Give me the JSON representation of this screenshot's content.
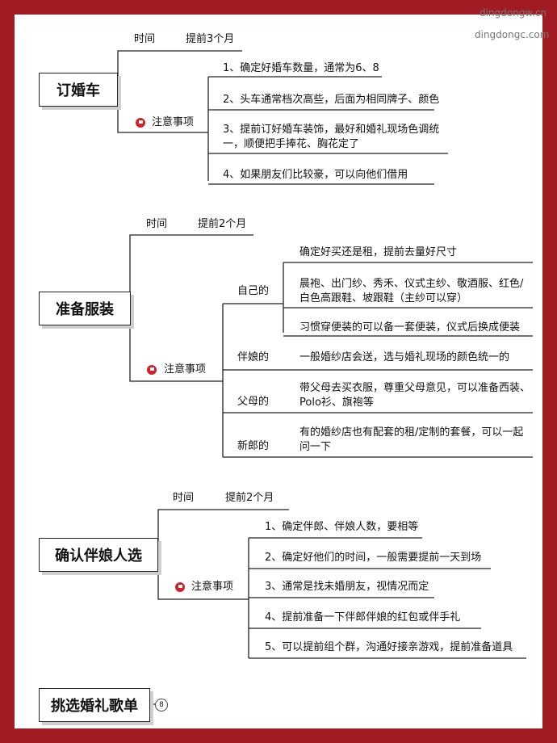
{
  "watermarks": [
    "dingdongw.cn",
    "dingdongc.com"
  ],
  "s1": {
    "title": "订婚车",
    "time_label": "时间",
    "time_value": "提前3个月",
    "notes_label": "注意事项",
    "items": [
      "1、确定好婚车数量，通常为6、8",
      "2、头车通常档次高些，后面为相同牌子、颜色",
      "3、提前订好婚车装饰，最好和婚礼现场色调统一，顺便把手捧花、胸花定了",
      "4、如果朋友们比较豪，可以向他们借用"
    ]
  },
  "s2": {
    "title": "准备服装",
    "time_label": "时间",
    "time_value": "提前2个月",
    "notes_label": "注意事项",
    "self_label": "自己的",
    "self_items": [
      "确定好买还是租，提前去量好尺寸",
      "晨袍、出门纱、秀禾、仪式主纱、敬酒服、红色/白色高跟鞋、坡跟鞋（主纱可以穿）",
      "习惯穿便装的可以备一套便装，仪式后换成便装"
    ],
    "bridesmaid_label": "伴娘的",
    "bridesmaid_item": "一般婚纱店会送，选与婚礼现场的颜色统一的",
    "parents_label": "父母的",
    "parents_item": "带父母去买衣服，尊重父母意见，可以准备西装、Polo衫、旗袍等",
    "groom_label": "新郎的",
    "groom_item": "有的婚纱店也有配套的租/定制的套餐，可以一起问一下"
  },
  "s3": {
    "title": "确认伴娘人选",
    "time_label": "时间",
    "time_value": "提前2个月",
    "notes_label": "注意事项",
    "items": [
      "1、确定伴郎、伴娘人数，要相等",
      "2、确定好他们的时间，一般需要提前一天到场",
      "3、通常是找未婚朋友，视情况而定",
      "4、提前准备一下伴郎伴娘的红包或伴手礼",
      "5、可以提前组个群，沟通好接亲游戏，提前准备道具"
    ]
  },
  "s4": {
    "title": "挑选婚礼歌单",
    "page_number": "8"
  },
  "colors": {
    "frame": "#a01c22",
    "flag": "#d11f2b"
  }
}
